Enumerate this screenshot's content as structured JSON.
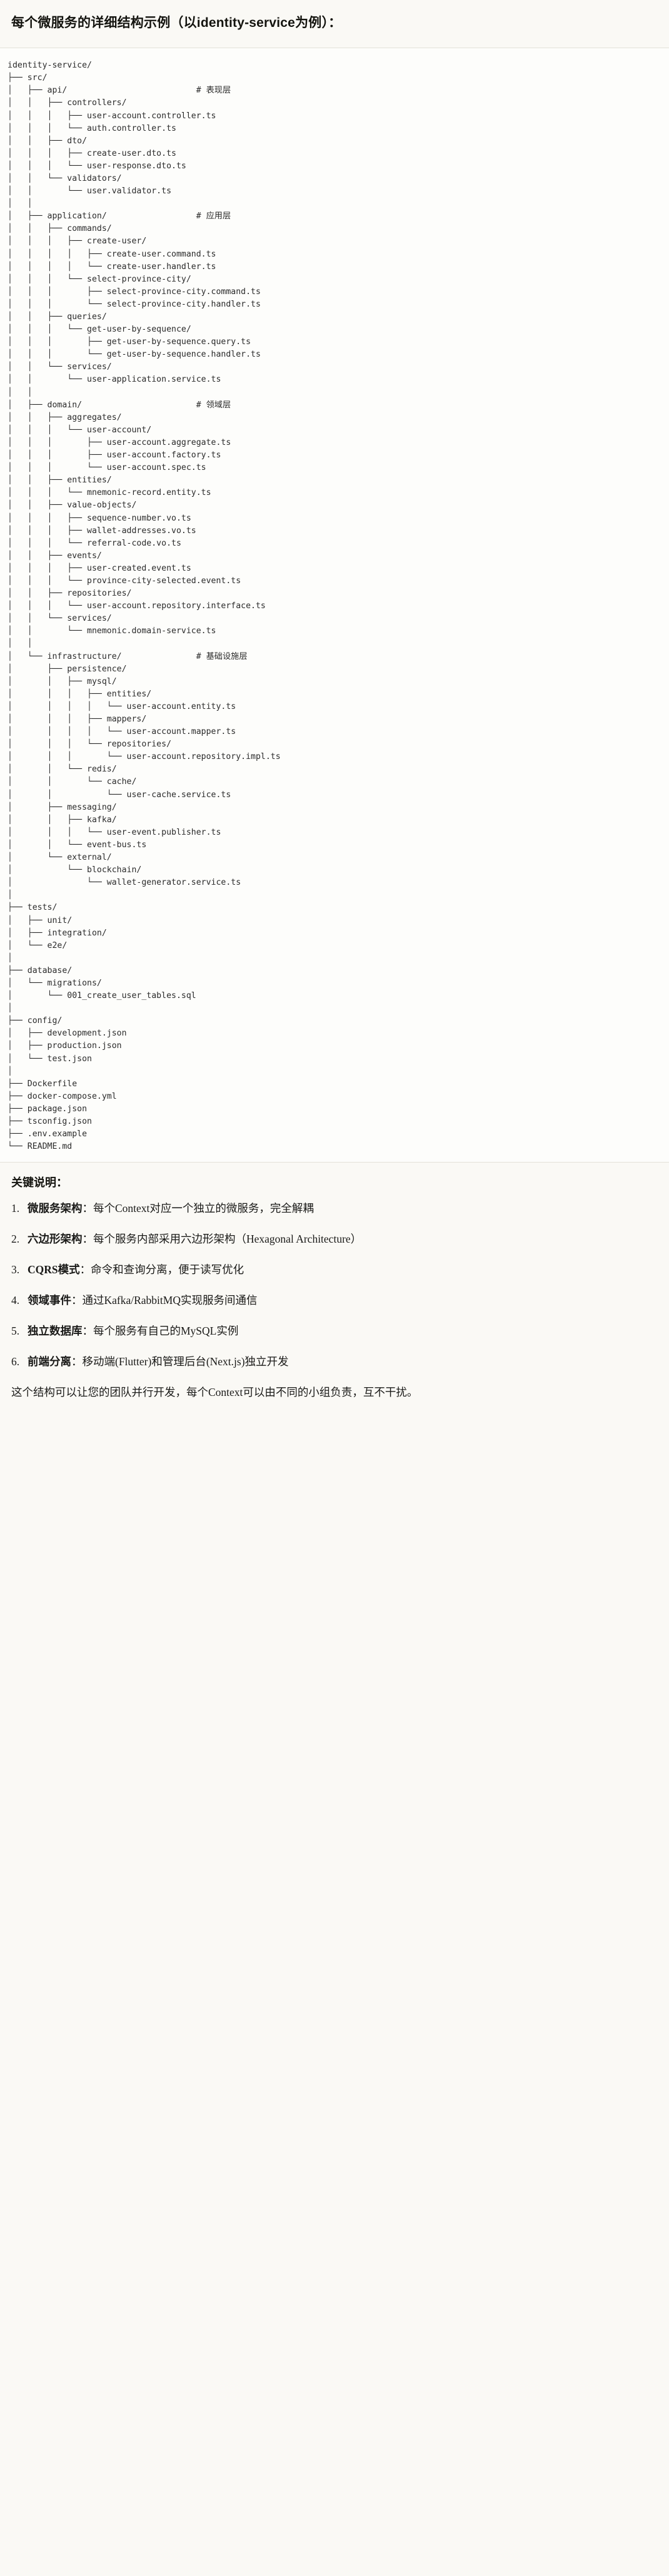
{
  "header": {
    "title": "每个微服务的详细结构示例（以identity-service为例）："
  },
  "tree": {
    "text": "identity-service/\n├── src/\n│   ├── api/                          # 表现层\n│   │   ├── controllers/\n│   │   │   ├── user-account.controller.ts\n│   │   │   └── auth.controller.ts\n│   │   ├── dto/\n│   │   │   ├── create-user.dto.ts\n│   │   │   └── user-response.dto.ts\n│   │   └── validators/\n│   │       └── user.validator.ts\n│   │\n│   ├── application/                  # 应用层\n│   │   ├── commands/\n│   │   │   ├── create-user/\n│   │   │   │   ├── create-user.command.ts\n│   │   │   │   └── create-user.handler.ts\n│   │   │   └── select-province-city/\n│   │   │       ├── select-province-city.command.ts\n│   │   │       └── select-province-city.handler.ts\n│   │   ├── queries/\n│   │   │   └── get-user-by-sequence/\n│   │   │       ├── get-user-by-sequence.query.ts\n│   │   │       └── get-user-by-sequence.handler.ts\n│   │   └── services/\n│   │       └── user-application.service.ts\n│   │\n│   ├── domain/                       # 领域层\n│   │   ├── aggregates/\n│   │   │   └── user-account/\n│   │   │       ├── user-account.aggregate.ts\n│   │   │       ├── user-account.factory.ts\n│   │   │       └── user-account.spec.ts\n│   │   ├── entities/\n│   │   │   └── mnemonic-record.entity.ts\n│   │   ├── value-objects/\n│   │   │   ├── sequence-number.vo.ts\n│   │   │   ├── wallet-addresses.vo.ts\n│   │   │   └── referral-code.vo.ts\n│   │   ├── events/\n│   │   │   ├── user-created.event.ts\n│   │   │   └── province-city-selected.event.ts\n│   │   ├── repositories/\n│   │   │   └── user-account.repository.interface.ts\n│   │   └── services/\n│   │       └── mnemonic.domain-service.ts\n│   │\n│   └── infrastructure/               # 基础设施层\n│       ├── persistence/\n│       │   ├── mysql/\n│       │   │   ├── entities/\n│       │   │   │   └── user-account.entity.ts\n│       │   │   ├── mappers/\n│       │   │   │   └── user-account.mapper.ts\n│       │   │   └── repositories/\n│       │   │       └── user-account.repository.impl.ts\n│       │   └── redis/\n│       │       └── cache/\n│       │           └── user-cache.service.ts\n│       ├── messaging/\n│       │   ├── kafka/\n│       │   │   └── user-event.publisher.ts\n│       │   └── event-bus.ts\n│       └── external/\n│           └── blockchain/\n│               └── wallet-generator.service.ts\n│\n├── tests/\n│   ├── unit/\n│   ├── integration/\n│   └── e2e/\n│\n├── database/\n│   └── migrations/\n│       └── 001_create_user_tables.sql\n│\n├── config/\n│   ├── development.json\n│   ├── production.json\n│   └── test.json\n│\n├── Dockerfile\n├── docker-compose.yml\n├── package.json\n├── tsconfig.json\n├── .env.example\n└── README.md"
  },
  "keys": {
    "title": "关键说明：",
    "items": [
      {
        "term": "微服务架构",
        "sep": "：",
        "desc": "每个Context对应一个独立的微服务，完全解耦"
      },
      {
        "term": "六边形架构",
        "sep": "：",
        "desc": "每个服务内部采用六边形架构（Hexagonal Architecture）"
      },
      {
        "term": "CQRS模式",
        "sep": "：",
        "desc": "命令和查询分离，便于读写优化"
      },
      {
        "term": "领域事件",
        "sep": "：",
        "desc": "通过Kafka/RabbitMQ实现服务间通信"
      },
      {
        "term": "独立数据库",
        "sep": "：",
        "desc": "每个服务有自己的MySQL实例"
      },
      {
        "term": "前端分离",
        "sep": "：",
        "desc": "移动端(Flutter)和管理后台(Next.js)独立开发"
      }
    ],
    "footnote": "这个结构可以让您的团队并行开发，每个Context可以由不同的小组负责，互不干扰。"
  },
  "colors": {
    "page_bg": "#faf9f5",
    "code_bg": "#fdfdfb",
    "rule": "#e3e1d9",
    "text": "#1a1a18",
    "code_text": "#2b2b2b"
  }
}
